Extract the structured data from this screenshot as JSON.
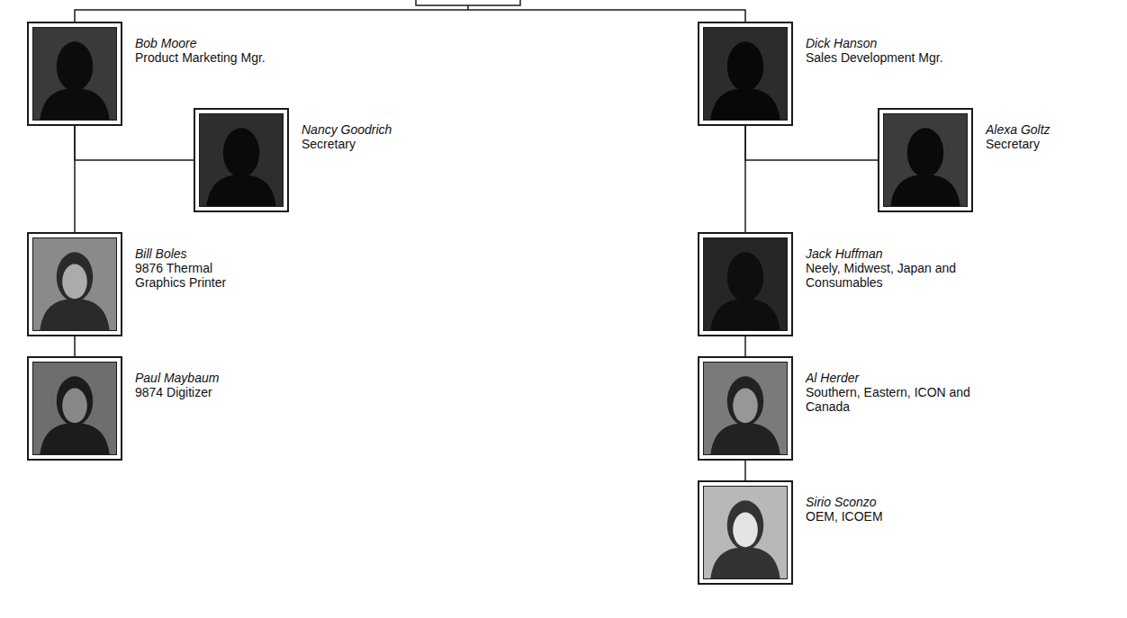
{
  "diagram": {
    "nodes": [
      {
        "text": [
          "Bob Moore",
          "Product Marketing Mgr."
        ]
      },
      {
        "text": [
          "Nancy Goodrich",
          "Secretary"
        ]
      },
      {
        "text": [
          "Bill Boles",
          "9876 Thermal Graphics Printer"
        ]
      },
      {
        "text": [
          "Paul Maybaum",
          "9874 Digitizer"
        ]
      },
      {
        "text": [
          "Dick Hanson",
          "Sales Development Mgr."
        ]
      },
      {
        "text": [
          "Alexa Goltz",
          "Secretary"
        ]
      },
      {
        "text": [
          "Jack Huffman",
          "Neely, Midwest, Japan and Consumables"
        ]
      },
      {
        "text": [
          "Al Herder",
          "Southern, Eastern, ICON and Canada"
        ]
      },
      {
        "text": [
          "Sirio Sconzo",
          "OEM, ICOEM"
        ]
      }
    ],
    "edges": [
      {
        "from": 0,
        "to": 1,
        "arrow": "none"
      },
      {
        "from": 0,
        "to": 2,
        "arrow": "none"
      },
      {
        "from": 2,
        "to": 3,
        "arrow": "none"
      },
      {
        "from": 4,
        "to": 5,
        "arrow": "none"
      },
      {
        "from": 4,
        "to": 6,
        "arrow": "none"
      },
      {
        "from": 6,
        "to": 7,
        "arrow": "none"
      },
      {
        "from": 7,
        "to": 8,
        "arrow": "none"
      }
    ]
  }
}
